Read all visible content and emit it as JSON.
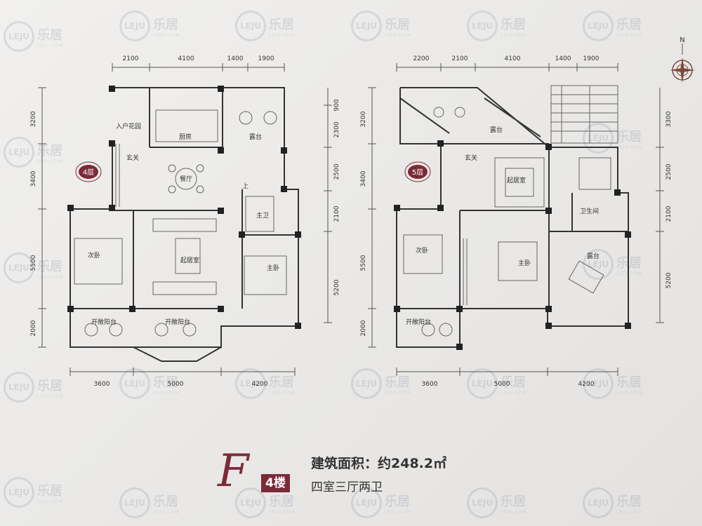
{
  "watermark": {
    "logo_text": "LEJU",
    "cn": "乐居",
    "en": "LEJU.COM"
  },
  "compass": {
    "label": "N"
  },
  "plan4": {
    "badge": "4层",
    "dims_top": [
      "2100",
      "4100",
      "1400",
      "1900"
    ],
    "dims_left": [
      "3200",
      "3400",
      "5500",
      "2000"
    ],
    "dims_right": [
      "900",
      "2300",
      "2500",
      "2100",
      "5200"
    ],
    "dims_bottom": [
      "3600",
      "5000",
      "4200"
    ],
    "rooms": {
      "entry_garden": "入户花园",
      "kitchen": "厨房",
      "terrace": "露台",
      "foyer": "玄关",
      "dining": "餐厅",
      "stair_up": "上",
      "master_bath": "主卫",
      "second_bedroom": "次卧",
      "living_room": "起居室",
      "master_bedroom": "主卧",
      "open_balcony_left": "开敞阳台",
      "open_balcony_mid": "开敞阳台"
    }
  },
  "plan5": {
    "badge": "5层",
    "dims_top": [
      "2200",
      "2100",
      "4100",
      "1400",
      "1900"
    ],
    "dims_left": [
      "3200",
      "3400",
      "5500",
      "2000"
    ],
    "dims_right": [
      "3300",
      "2500",
      "2100",
      "5200"
    ],
    "dims_bottom": [
      "3600",
      "5000",
      "4200"
    ],
    "rooms": {
      "terrace_top": "露台",
      "foyer": "玄关",
      "sitting_room": "起居室",
      "second_bedroom": "次卧",
      "master_bedroom": "主卧",
      "bathroom": "卫生间",
      "terrace_right": "露台",
      "open_balcony": "开敞阳台"
    }
  },
  "footer": {
    "type_letter": "F",
    "floor_tag": "4楼",
    "area_text": "建筑面积：约248.2㎡",
    "layout_text": "四室三厅两卫"
  },
  "colors": {
    "accent": "#7c2a38",
    "line": "#444444",
    "wall": "#222222"
  }
}
